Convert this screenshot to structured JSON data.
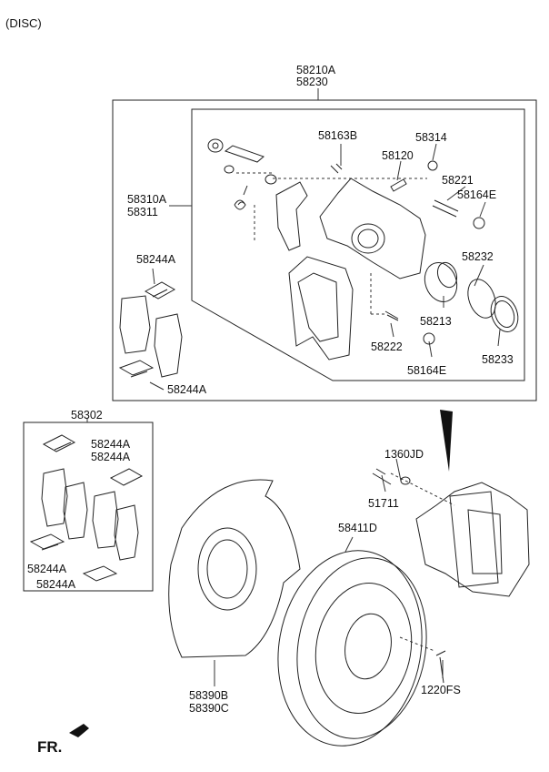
{
  "title": "(DISC)",
  "front_marker": "FR.",
  "assembly": {
    "line1": "58210A",
    "line2": "58230"
  },
  "caliper_group": {
    "line1": "58310A",
    "line2": "58311"
  },
  "pad_kit": "58302",
  "parts": {
    "p58163B": "58163B",
    "p58314": "58314",
    "p58120": "58120",
    "p58221": "58221",
    "p58164E_a": "58164E",
    "p58164E_b": "58164E",
    "p58232": "58232",
    "p58213": "58213",
    "p58222": "58222",
    "p58233": "58233",
    "p58244A_1": "58244A",
    "p58244A_2": "58244A",
    "p58244A_3": "58244A",
    "p58244A_4": "58244A",
    "p58244A_5": "58244A",
    "p58244A_6": "58244A",
    "p1360JD": "1360JD",
    "p51711": "51711",
    "p58411D": "58411D",
    "p58390": {
      "line1": "58390B",
      "line2": "58390C"
    },
    "p1220FS": "1220FS"
  }
}
